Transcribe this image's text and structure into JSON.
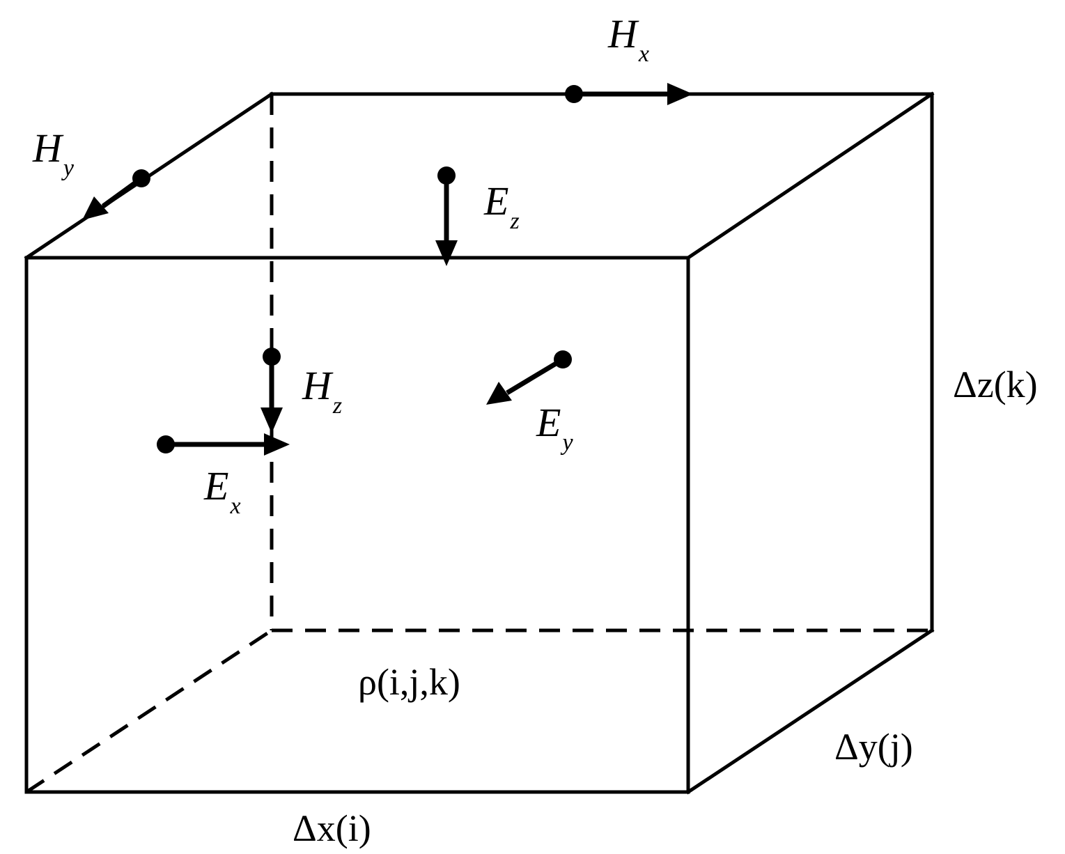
{
  "labels": {
    "hx": {
      "main": "H",
      "sub": "x"
    },
    "hy": {
      "main": "H",
      "sub": "y"
    },
    "hz": {
      "main": "H",
      "sub": "z"
    },
    "ex": {
      "main": "E",
      "sub": "x"
    },
    "ey": {
      "main": "E",
      "sub": "y"
    },
    "ez": {
      "main": "E",
      "sub": "z"
    },
    "dx": "Δx(i)",
    "dy": "Δy(j)",
    "dz": "Δz(k)",
    "rho": "ρ(i,j,k)"
  }
}
